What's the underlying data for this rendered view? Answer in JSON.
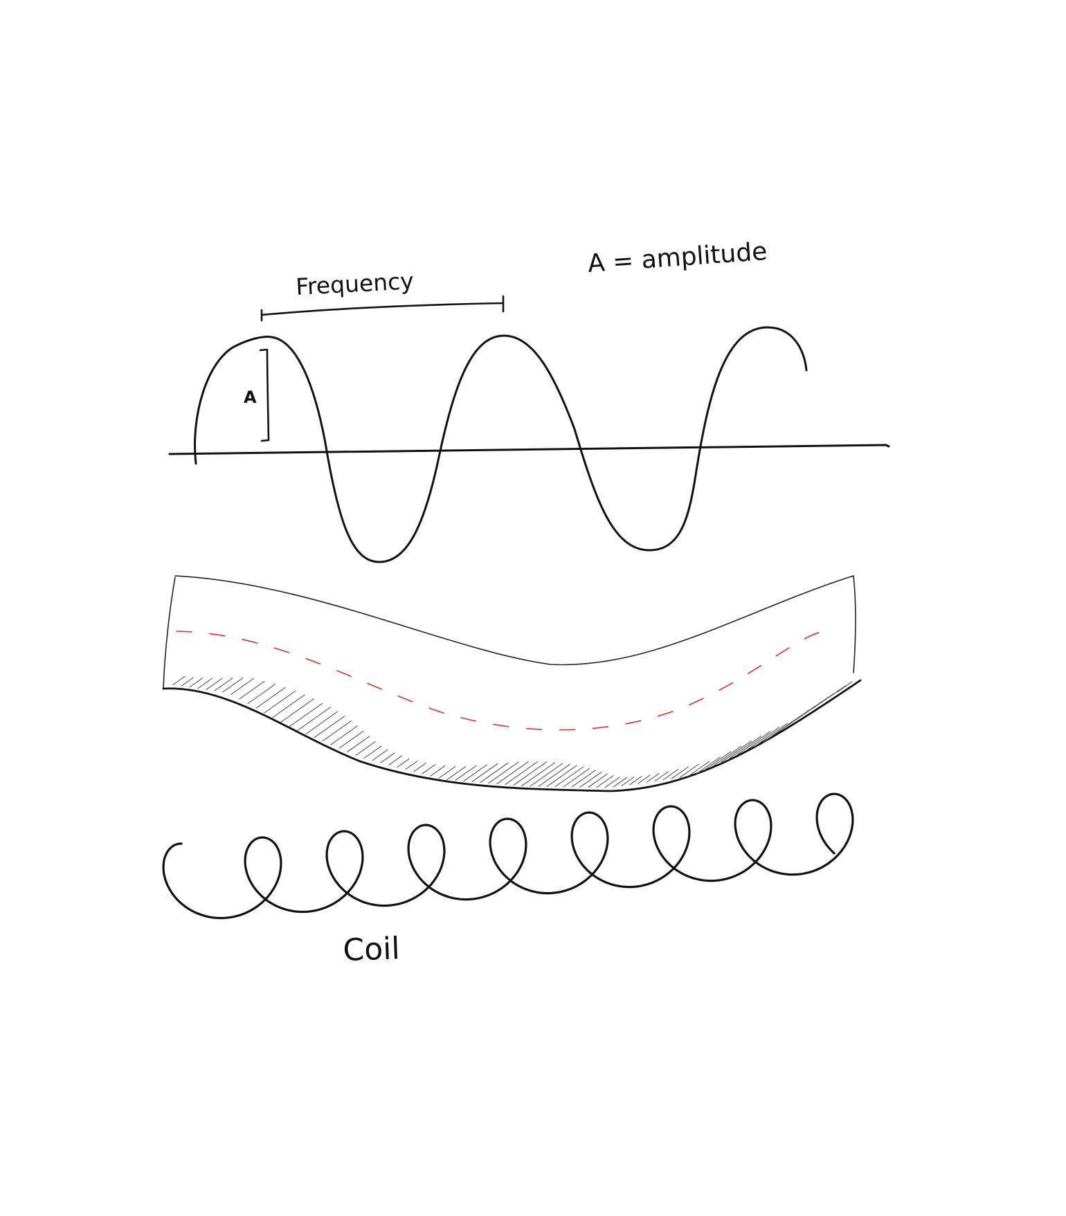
{
  "labels": {
    "frequency": "Frequency",
    "amplitude_legend": "A = amplitude",
    "amplitude_marker": "A",
    "coil": "Coil"
  },
  "colors": {
    "ink": "#111111",
    "hatch": "#555555",
    "centerline": "#e0302a",
    "background": "#ffffff"
  },
  "icons": {
    "wave": "sine-wave-sketch",
    "band": "curved-band-sketch",
    "coil": "coil-spring-sketch"
  }
}
